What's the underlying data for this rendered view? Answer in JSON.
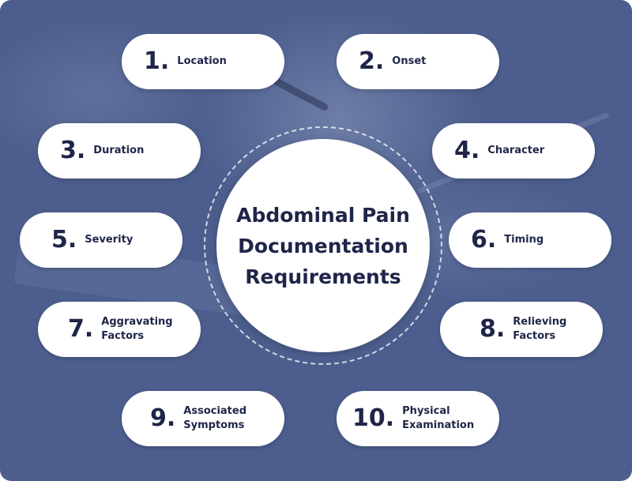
{
  "title": "Abdominal Pain\nDocumentation\nRequirements",
  "items": [
    {
      "num": "1.",
      "label": "Location"
    },
    {
      "num": "2.",
      "label": "Onset"
    },
    {
      "num": "3.",
      "label": "Duration"
    },
    {
      "num": "4.",
      "label": "Character"
    },
    {
      "num": "5.",
      "label": "Severity"
    },
    {
      "num": "6.",
      "label": "Timing"
    },
    {
      "num": "7.",
      "label": "Aggravating\nFactors"
    },
    {
      "num": "8.",
      "label": "Relieving\nFactors"
    },
    {
      "num": "9.",
      "label": "Associated\nSymptoms"
    },
    {
      "num": "10.",
      "label": "Physical\nExamination"
    }
  ],
  "colors": {
    "background": "#4d5e8e",
    "pill": "#ffffff",
    "text": "#1f2548"
  }
}
